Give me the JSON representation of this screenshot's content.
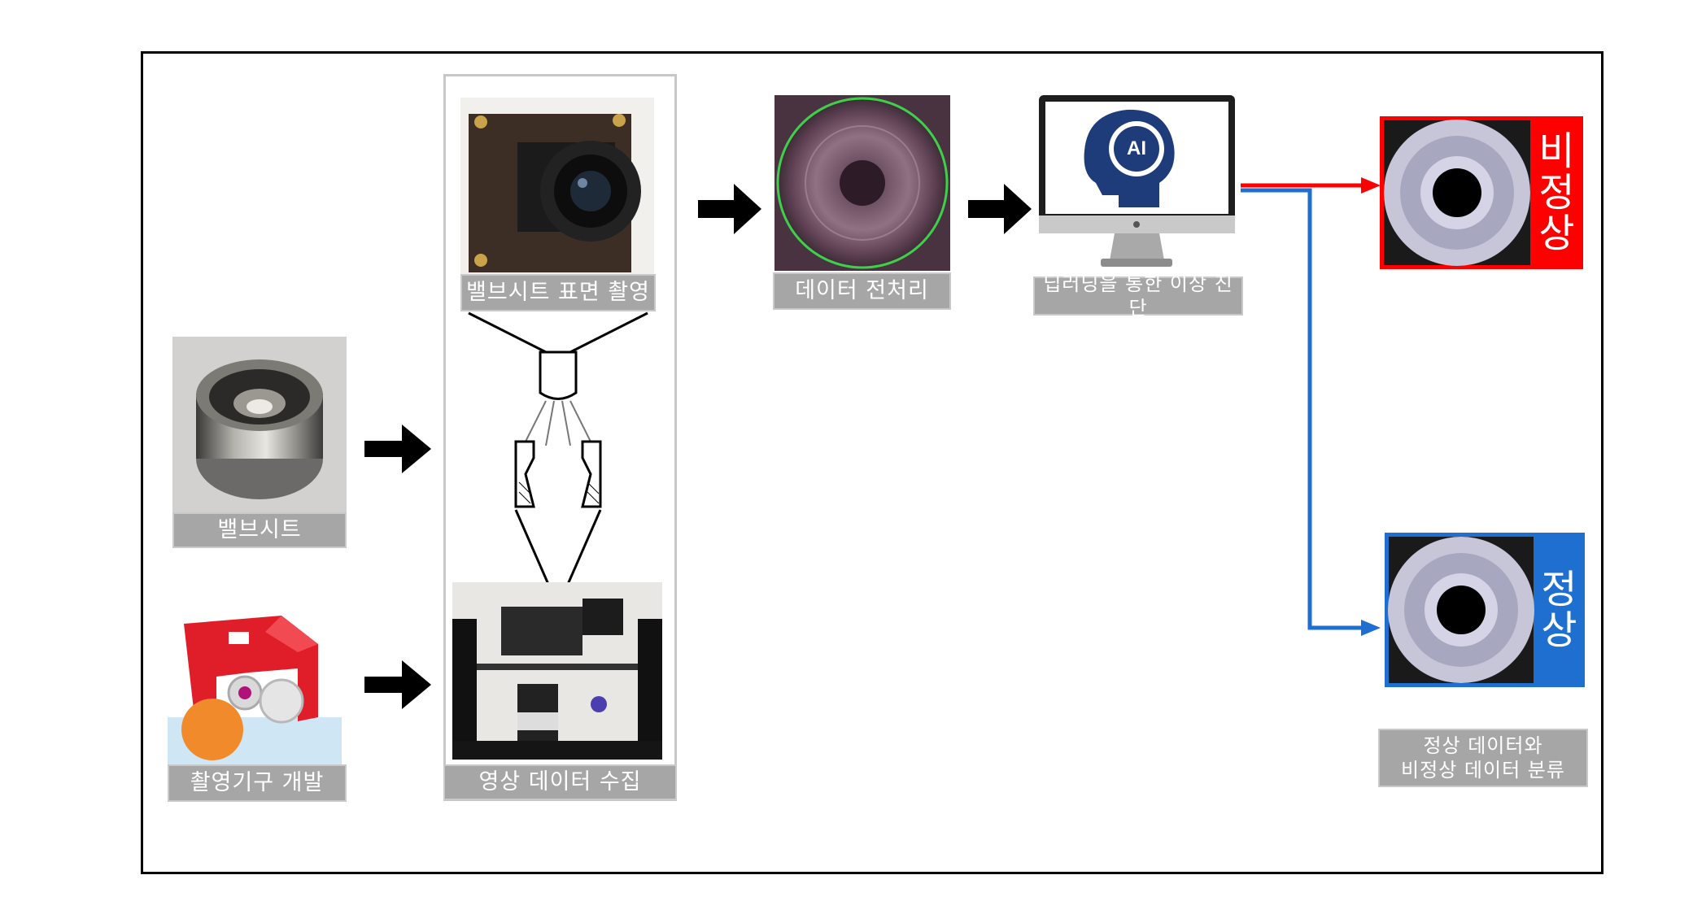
{
  "labels": {
    "valve_seat": "밸브시트",
    "jig_dev": "촬영기구 개발",
    "surface_capture": "밸브시트 표면 촬영",
    "image_collection": "영상 데이터 수집",
    "preprocess": "데이터 전처리",
    "ai_diagnosis": "딥러닝을 통한 이상 진단",
    "classification_line1": "정상 데이터와",
    "classification_line2": "비정상 데이터 분류"
  },
  "result_tags": {
    "abnormal": [
      "비",
      "정",
      "상"
    ],
    "normal": [
      "정",
      "상"
    ]
  },
  "ai_badge": "AI",
  "colors": {
    "abnormal": "#ff0000",
    "normal": "#1e6fd0",
    "label_bg": "#a6a6a6",
    "arrow": "#000000"
  },
  "icons": [
    "valve-seat-photo",
    "jig-3d-model",
    "camera-module-photo",
    "optical-setup-diagram",
    "capture-rig-photo",
    "preprocessed-image",
    "ai-monitor-icon",
    "abnormal-sample-image",
    "normal-sample-image"
  ]
}
